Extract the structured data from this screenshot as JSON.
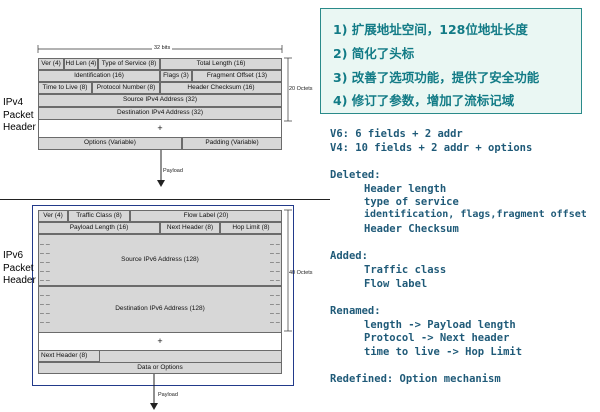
{
  "ipv4": {
    "side_label": [
      "IPv4",
      "Packet",
      "Header"
    ],
    "width_label": "32 bits",
    "octets_label": "20 Octets",
    "fields": {
      "ver": "Ver (4)",
      "hdlen": "Hd Len (4)",
      "tos": "Type of Service (8)",
      "total_length": "Total Length (16)",
      "identification": "Identification (16)",
      "flags": "Flags (3)",
      "frag_offset": "Fragment Offset (13)",
      "ttl": "Time to Live (8)",
      "protocol": "Protocol Number (8)",
      "checksum": "Header Checksum (16)",
      "src": "Source IPv4 Address (32)",
      "dst": "Destination IPv4 Address (32)",
      "plus": "+",
      "options": "Options (Variable)",
      "padding": "Padding (Variable)"
    },
    "payload_label": "Payload"
  },
  "ipv6": {
    "side_label": [
      "IPv6",
      "Packet",
      "Header"
    ],
    "octets_label": "40 Octets",
    "fields": {
      "ver": "Ver (4)",
      "traffic_class": "Traffic Class (8)",
      "flow_label": "Flow Label (20)",
      "payload_length": "Payload Length (16)",
      "next_header": "Next Header (8)",
      "hop_limit": "Hop Limit (8)",
      "src": "Source IPv6 Address (128)",
      "dst": "Destination IPv6 Address (128)",
      "plus": "+",
      "next_header2": "Next Header (8)",
      "data": "Data or Options"
    },
    "payload_label": "Payload"
  },
  "cn_points": [
    "1) 扩展地址空间，128位地址长度",
    "2) 简化了头标",
    "3) 改善了选项功能，提供了安全功能",
    "4) 修订了参数，增加了流标记域"
  ],
  "notes": {
    "v6_count": "V6: 6 fields  + 2 addr",
    "v4_count": "V4: 10 fields + 2 addr + options",
    "deleted_title": "Deleted:",
    "deleted_items": [
      "Header length",
      "type of service",
      "identification, flags,fragment offset",
      "Header Checksum"
    ],
    "added_title": "Added:",
    "added_items": [
      "Traffic class",
      "Flow label"
    ],
    "renamed_title": "Renamed:",
    "renamed_items": [
      "length -> Payload length",
      "Protocol -> Next header",
      "time to live -> Hop Limit"
    ],
    "redefined": "Redefined: Option  mechanism"
  }
}
